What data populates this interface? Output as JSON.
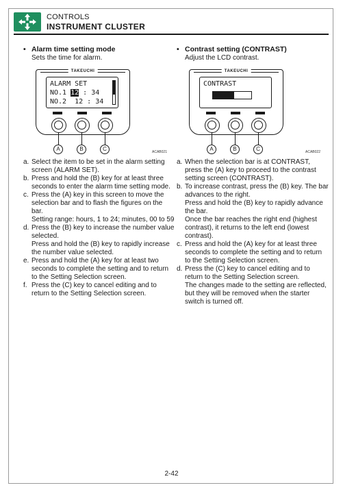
{
  "header": {
    "section": "CONTROLS",
    "title": "INSTRUMENT CLUSTER",
    "logo_icon": "four-way-arrows-icon",
    "logo_color": "#1f8f5f"
  },
  "left": {
    "title": "Alarm time setting mode",
    "subtitle": "Sets the time for alarm.",
    "panel": {
      "brand": "TAKEUCHI",
      "lcd": {
        "row1": "ALARM SET",
        "row2_prefix": "NO.1 ",
        "row2_selected": "12",
        "row2_suffix": " : 34",
        "row3": "NO.2  12 : 34"
      },
      "buttons": [
        "A",
        "B",
        "C"
      ],
      "figure_code": "ACAB021"
    },
    "steps": [
      {
        "mark": "a.",
        "text": "Select the item to be set in the alarm setting screen (ALARM SET).",
        "note": ""
      },
      {
        "mark": "b.",
        "text": "Press and hold the (B) key for at least three seconds to enter the alarm time setting mode.",
        "note": ""
      },
      {
        "mark": "c.",
        "text": "Press the (A) key in this screen to move the selection bar and to flash the figures on the bar.",
        "note": "Setting range: hours, 1 to 24; minutes, 00 to 59"
      },
      {
        "mark": "d.",
        "text": "Press the (B) key to increase the number value selected.",
        "note": "Press and hold the (B) key to rapidly increase the number value selected."
      },
      {
        "mark": "e.",
        "text": "Press and hold the (A) key for at least two seconds to complete the setting and to return to the Setting Selection screen.",
        "note": ""
      },
      {
        "mark": "f.",
        "text": "Press the (C) key to cancel editing and to return to the Setting Selection screen.",
        "note": ""
      }
    ]
  },
  "right": {
    "title": "Contrast setting (CONTRAST)",
    "subtitle": "Adjust the LCD contrast.",
    "panel": {
      "brand": "TAKEUCHI",
      "lcd": {
        "row1": "CONTRAST"
      },
      "contrast_level": 0.55,
      "buttons": [
        "A",
        "B",
        "C"
      ],
      "figure_code": "ACAB022"
    },
    "steps": [
      {
        "mark": "a.",
        "text": "When the selection bar is at CONTRAST, press the (A) key to proceed to the contrast setting screen (CONTRAST).",
        "note": ""
      },
      {
        "mark": "b.",
        "text": "To increase contrast, press the (B) key. The bar advances to the right.",
        "note": "Press and hold the (B) key to rapidly advance the bar."
      },
      {
        "mark": "",
        "text": "",
        "note": "Once the bar reaches the right end (highest contrast), it returns to the left end (lowest contrast)."
      },
      {
        "mark": "c.",
        "text": "Press and hold the (A) key for at least three seconds to complete the setting and to return to the Setting Selection screen.",
        "note": ""
      },
      {
        "mark": "d.",
        "text": "Press the (C) key to cancel editing and to return to the Setting Selection screen.",
        "note": "The changes made to the setting are reflected, but they will be removed when the starter switch is turned off."
      }
    ]
  },
  "footer": {
    "page_number": "2-42"
  }
}
